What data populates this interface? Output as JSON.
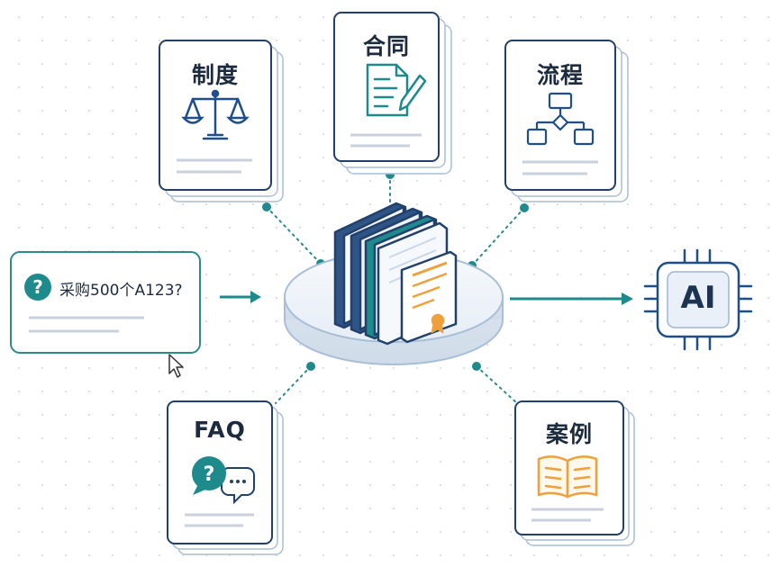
{
  "query": {
    "text": "采购500个A123?"
  },
  "docs": {
    "policy": "制度",
    "contract": "合同",
    "process": "流程",
    "faq": "FAQ",
    "cases": "案例"
  },
  "ai": {
    "label": "AI"
  },
  "colors": {
    "navy": "#21406b",
    "teal": "#1e8a8c",
    "orange": "#f0a03a",
    "light_border": "#c9d6e8",
    "text": "#1d2b3f"
  }
}
